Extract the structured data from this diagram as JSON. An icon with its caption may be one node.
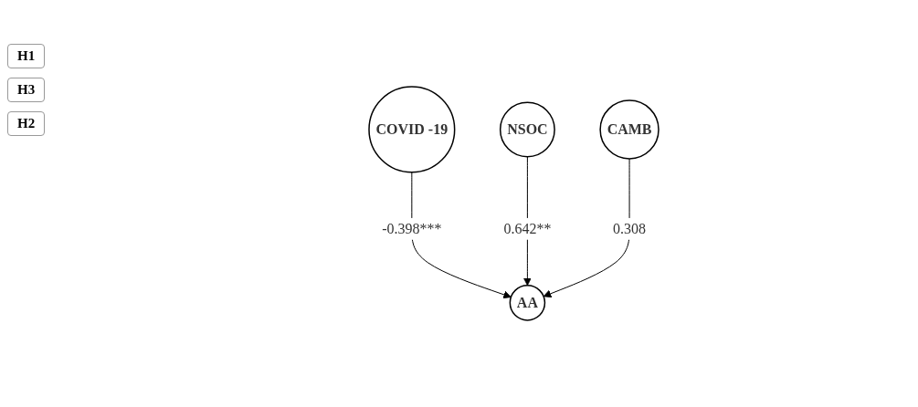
{
  "diagram": {
    "nodes": [
      {
        "text": [
          "COVID -19"
        ]
      },
      {
        "text": [
          "NSOC"
        ]
      },
      {
        "text": [
          "AA"
        ]
      },
      {
        "text": [
          "CAMB"
        ]
      }
    ],
    "edges": [
      {
        "from": 0,
        "to": 2,
        "arrow": "to",
        "label": "-0.398***"
      },
      {
        "from": 1,
        "to": 2,
        "arrow": "to",
        "label": "0.642**"
      },
      {
        "from": 3,
        "to": 2,
        "arrow": "to",
        "label": "0.308"
      }
    ],
    "labels": [
      "H1",
      "H3",
      "H2"
    ]
  }
}
